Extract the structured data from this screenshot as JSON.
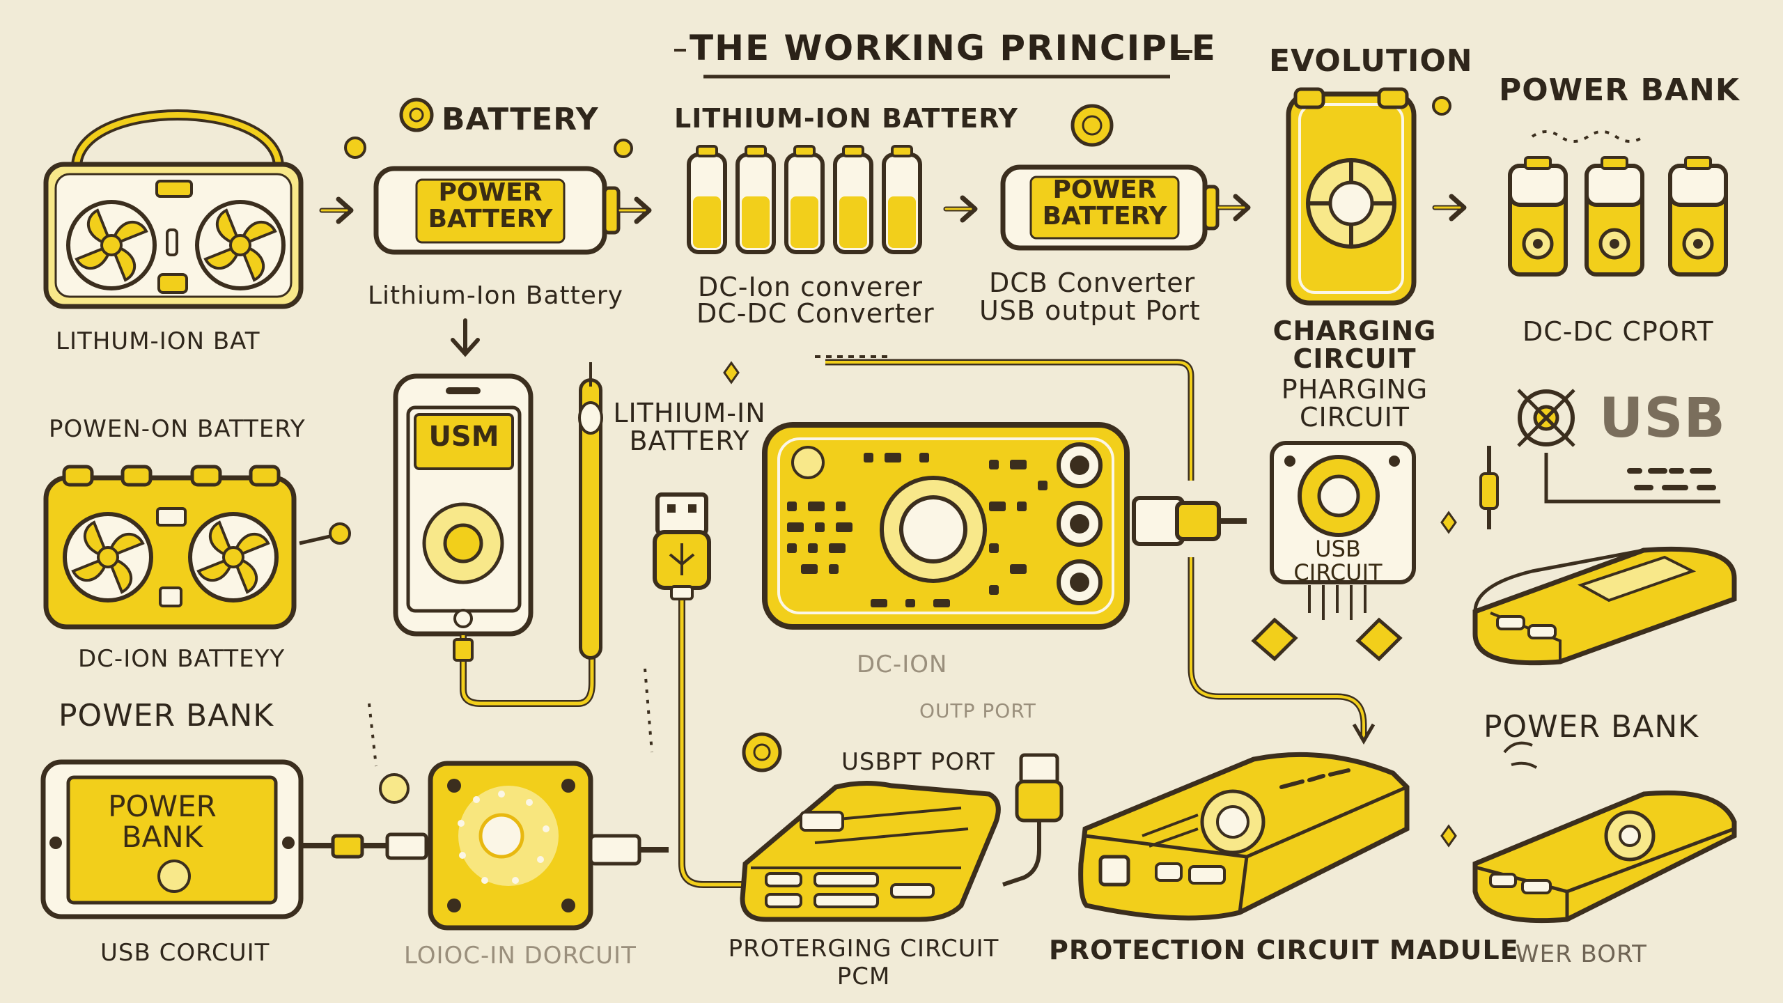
{
  "title": "THE WORKING PRINCIPLE",
  "colors": {
    "background": "#f1ebd7",
    "accent_yellow": "#f2cf1b",
    "light_yellow": "#f8e88a",
    "outline": "#3b2e1e",
    "cream": "#fbf6e6"
  },
  "labels": {
    "battery": "BATTERY",
    "lithium_ion_battery_header": "LITHIUM-ION BATTERY",
    "evolution": "EVOLUTION",
    "power_bank_top": "POWER BANK",
    "lithium_ion_bat": "LITHUM-ION BAT",
    "lithium_ion_battery_mixed": "Lithium-Ion Battery",
    "dc_ion_converter": "DC-Ion converer",
    "dc_dc_converter": "DC-DC Converter",
    "dcb_converter": "DCB Converter",
    "usb_output_port": "USB output Port",
    "charging_circuit": "CHARGING CIRCUIT",
    "dc_dc_cport": "DC-DC CPORT",
    "powen_on_battery": "POWEN-ON BATTERY",
    "lithium_in_battery": "LITHIUM-IN BATTERY",
    "pharging_circuit": "PHARGING CIRCUIT",
    "usb_brand": "USB",
    "usb_circuit_small": "USB CIRCUIT",
    "dc_ion_battey": "DC-ION BATTEYY",
    "dc_ion_mid": "DC-ION",
    "outp_port_faint": "OUTP PORT",
    "power_bank_left": "POWER BANK",
    "usbpt_port": "USBPT PORT",
    "power_bank_right": "POWER BANK",
    "usb_corcuit": "USB CORCUIT",
    "dc_in_dorcuit": "LOIOC-IN DORCUIT",
    "proterging_circuit": "PROTERGING CIRCUIT",
    "pcm": "PCM",
    "protection_circuit_madule": "PROTECTION CIRCUIT MADULE",
    "power_bort": "WER BORT"
  },
  "inbox": {
    "power_battery_1": "POWER BATTERY",
    "power_battery_2": "POWER BATTERY",
    "phone_screen": "USM",
    "power_bank_box": "POWER BANK"
  }
}
